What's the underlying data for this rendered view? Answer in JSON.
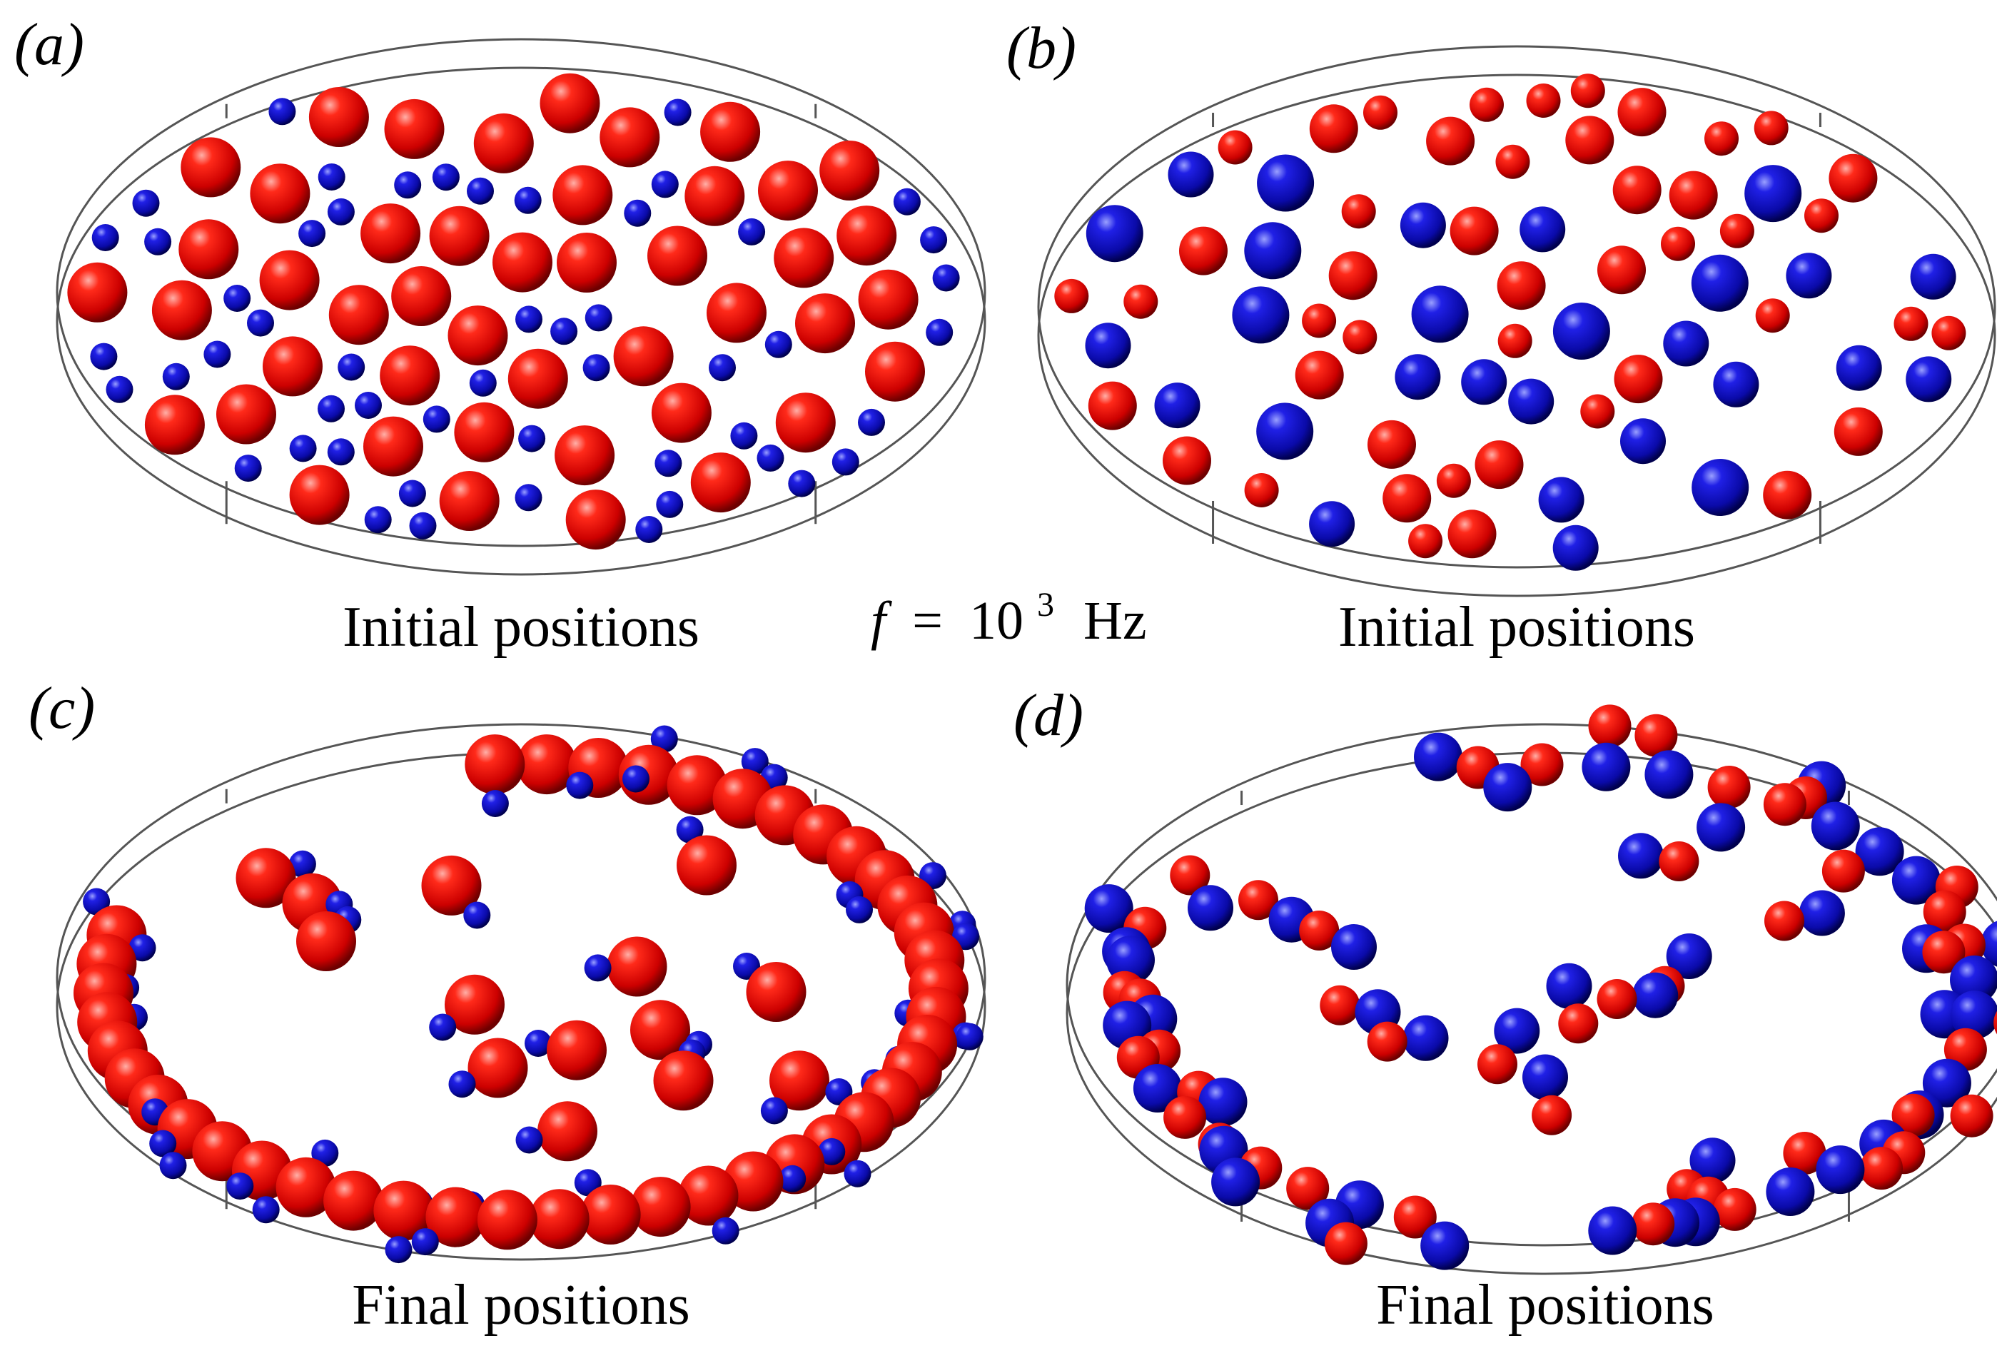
{
  "panels": [
    {
      "label": "(a)",
      "caption": "Initial positions"
    },
    {
      "label": "(b)",
      "caption": "Initial positions"
    },
    {
      "label": "(c)",
      "caption": "Final positions"
    },
    {
      "label": "(d)",
      "caption": "Final positions"
    }
  ],
  "frequency": {
    "symbol": "f",
    "equals": "=",
    "base": "10",
    "exponent": "3",
    "unit": "Hz"
  },
  "colors": {
    "red_particle": "#e01010",
    "blue_particle": "#1010c8",
    "outline": "#555555"
  }
}
